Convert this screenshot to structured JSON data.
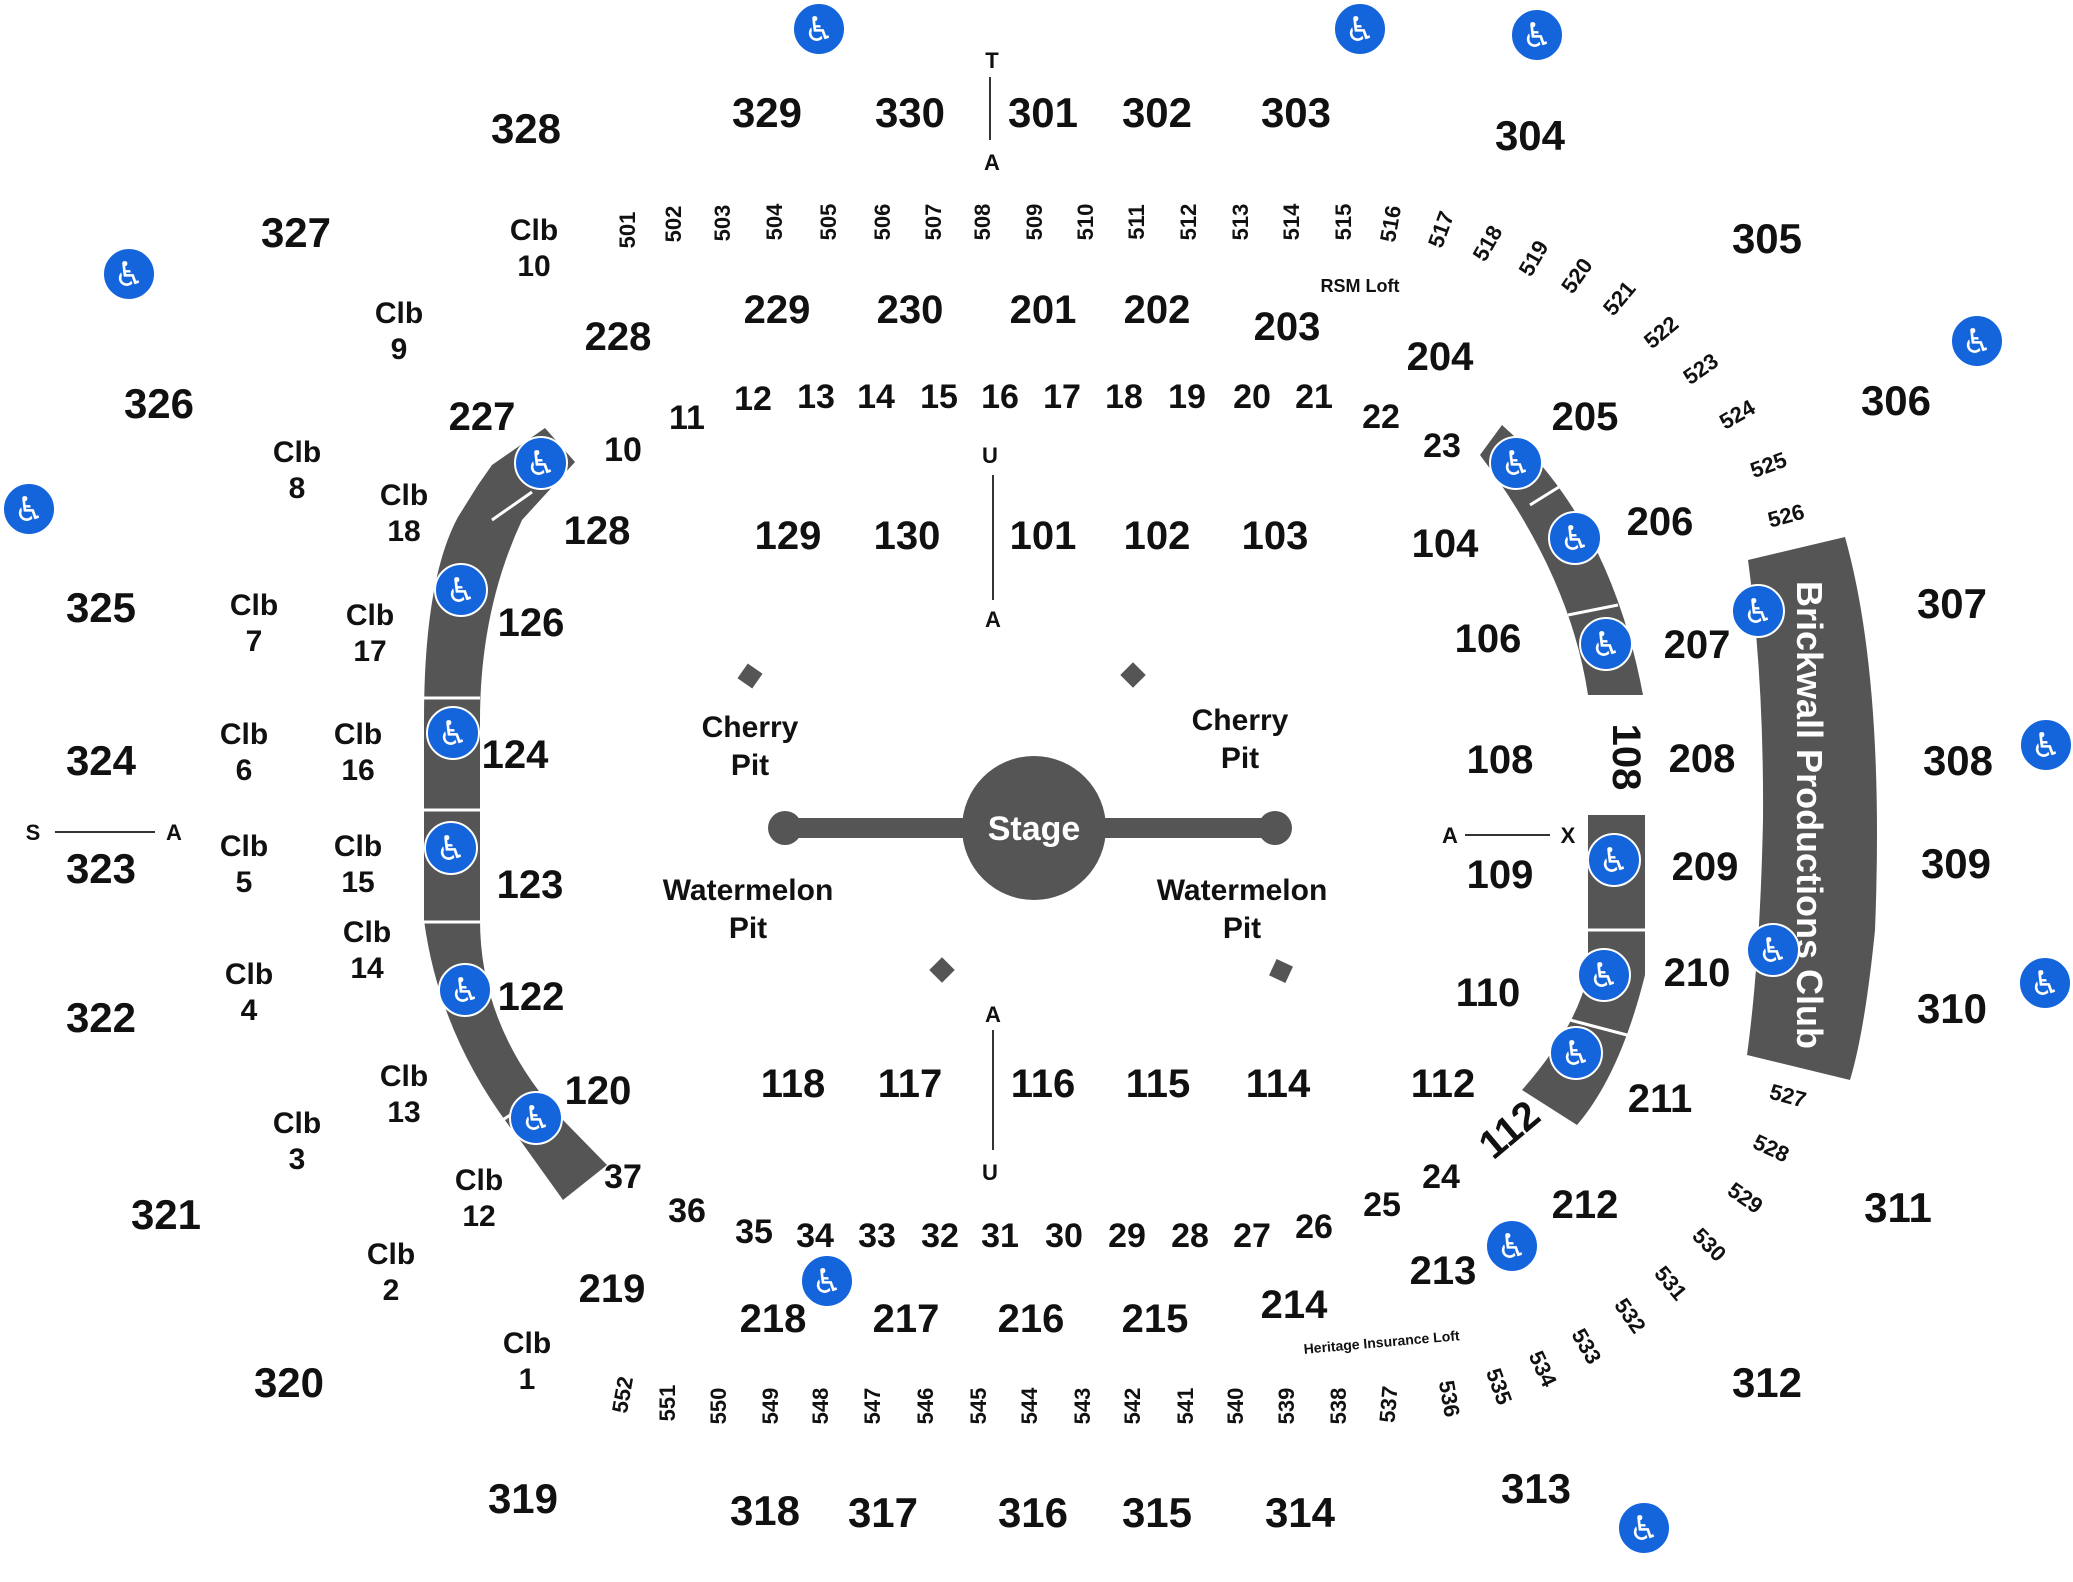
{
  "colors": {
    "seating_band": "#555555",
    "stage": "#555555",
    "accessible_badge": "#1464dc",
    "text": "#111111"
  },
  "icons": {
    "accessible": "wheelchair-icon"
  },
  "stage": {
    "label": "Stage"
  },
  "pits": {
    "cherry_left": [
      "Cherry",
      "Pit"
    ],
    "cherry_right": [
      "Cherry",
      "Pit"
    ],
    "watermelon_left": [
      "Watermelon",
      "Pit"
    ],
    "watermelon_right": [
      "Watermelon",
      "Pit"
    ]
  },
  "club_name": "Brickwall Productions Club",
  "lofts": {
    "rsm": "RSM Loft",
    "heritage": "Heritage Insurance Loft"
  },
  "aisle_markers": {
    "top_t": "T",
    "top_a": "A",
    "upper_u": "U",
    "upper_a": "A",
    "lower_a": "A",
    "lower_u": "U",
    "left_s": "S",
    "left_a": "A",
    "right_a": "A",
    "right_x": "X"
  },
  "sections_300": [
    "301",
    "302",
    "303",
    "304",
    "305",
    "306",
    "307",
    "308",
    "309",
    "310",
    "311",
    "312",
    "313",
    "314",
    "315",
    "316",
    "317",
    "318",
    "319",
    "320",
    "321",
    "322",
    "323",
    "324",
    "325",
    "326",
    "327",
    "328",
    "329",
    "330"
  ],
  "sections_200": [
    "201",
    "202",
    "203",
    "204",
    "205",
    "206",
    "207",
    "208",
    "209",
    "210",
    "211",
    "212",
    "213",
    "214",
    "215",
    "216",
    "217",
    "218",
    "219",
    "227",
    "228",
    "229",
    "230"
  ],
  "sections_100": [
    "101",
    "102",
    "103",
    "104",
    "106",
    "108",
    "108",
    "109",
    "110",
    "112",
    "112",
    "114",
    "115",
    "116",
    "117",
    "118",
    "120",
    "122",
    "123",
    "124",
    "126",
    "128",
    "129",
    "130"
  ],
  "floor_rows": [
    "10",
    "11",
    "12",
    "13",
    "14",
    "15",
    "16",
    "17",
    "18",
    "19",
    "20",
    "21",
    "22",
    "23",
    "25",
    "26",
    "27",
    "28",
    "29",
    "30",
    "31",
    "32",
    "33",
    "34",
    "35",
    "36",
    "37",
    "24"
  ],
  "loft_sections_top": [
    "501",
    "502",
    "503",
    "504",
    "505",
    "506",
    "507",
    "508",
    "509",
    "510",
    "511",
    "512",
    "513",
    "514",
    "515",
    "516",
    "517",
    "518",
    "519",
    "520",
    "521",
    "522",
    "523",
    "524",
    "525",
    "526"
  ],
  "loft_sections_bottom": [
    "527",
    "528",
    "529",
    "530",
    "531",
    "532",
    "533",
    "534",
    "535",
    "536",
    "537",
    "538",
    "539",
    "540",
    "541",
    "542",
    "543",
    "544",
    "545",
    "546",
    "547",
    "548",
    "549",
    "550",
    "551",
    "552"
  ],
  "clubs": [
    [
      "Clb",
      "1"
    ],
    [
      "Clb",
      "2"
    ],
    [
      "Clb",
      "3"
    ],
    [
      "Clb",
      "4"
    ],
    [
      "Clb",
      "5"
    ],
    [
      "Clb",
      "6"
    ],
    [
      "Clb",
      "7"
    ],
    [
      "Clb",
      "8"
    ],
    [
      "Clb",
      "9"
    ],
    [
      "Clb",
      "10"
    ],
    [
      "Clb",
      "12"
    ],
    [
      "Clb",
      "13"
    ],
    [
      "Clb",
      "14"
    ],
    [
      "Clb",
      "15"
    ],
    [
      "Clb",
      "16"
    ],
    [
      "Clb",
      "17"
    ],
    [
      "Clb",
      "18"
    ]
  ]
}
